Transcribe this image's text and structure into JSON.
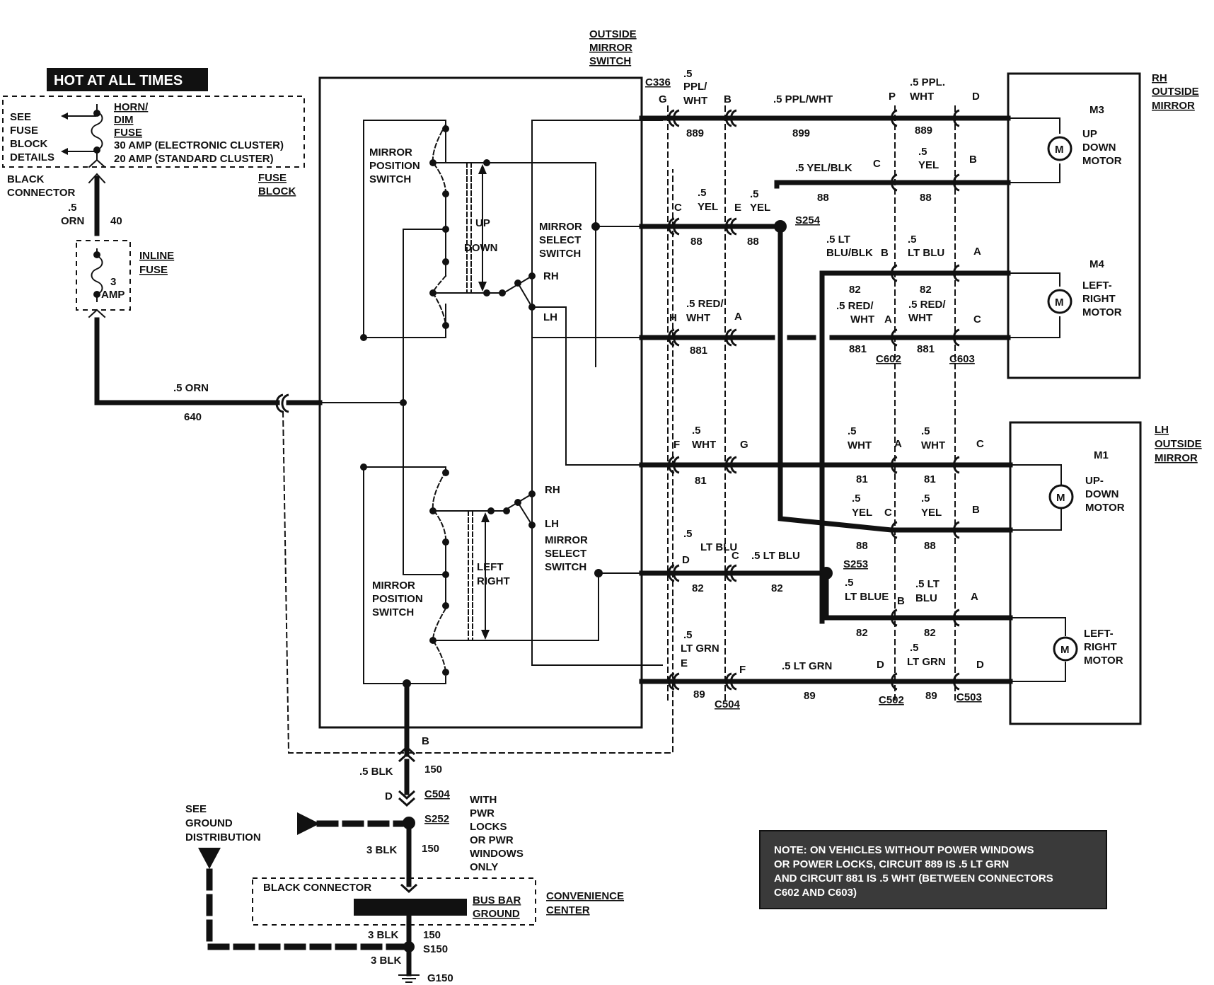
{
  "top": {
    "hot": "HOT AT ALL TIMES",
    "see": "SEE",
    "fuse": "FUSE",
    "block": "BLOCK",
    "details": "DETAILS",
    "horn": "HORN/",
    "dim": "DIM",
    "fuse2": "FUSE",
    "amp30": "30 AMP (ELECTRONIC CLUSTER)",
    "amp20": "20 AMP (STANDARD CLUSTER)",
    "fuse_block_1": "FUSE",
    "fuse_block_2": "BLOCK",
    "black": "BLACK",
    "connector": "CONNECTOR",
    "orn_g": ".5",
    "orn": "ORN",
    "c40": "40",
    "inline": "INLINE",
    "inline_fuse": "FUSE",
    "amp3a": "3",
    "amp3b": "AMP",
    "orn640": ".5 ORN",
    "c640": "640"
  },
  "switch": {
    "outside1": "OUTSIDE",
    "outside2": "MIRROR",
    "outside3": "SWITCH",
    "pos1a": "MIRROR",
    "pos1b": "POSITION",
    "pos1c": "SWITCH",
    "up": "UP",
    "down": "DOWN",
    "sel1a": "MIRROR",
    "sel1b": "SELECT",
    "sel1c": "SWITCH",
    "rh1": "RH",
    "lh1": "LH",
    "rh2": "RH",
    "lh2": "LH",
    "sel2a": "MIRROR",
    "sel2b": "SELECT",
    "sel2c": "SWITCH",
    "left": "LEFT",
    "right": "RIGHT",
    "pos2a": "MIRROR",
    "pos2b": "POSITION",
    "pos2c": "SWITCH"
  },
  "wires": {
    "c336": "C336",
    "g_pin": "G",
    "ppl_a": ".5",
    "ppl_b": "PPL/",
    "ppl_c": "WHT",
    "b_pin": "B",
    "c889a": "889",
    "ppl_wht": ".5 PPL/WHT",
    "c899": "899",
    "p_pin": "P",
    "ppl2a": ".5 PPL.",
    "ppl2b": "WHT",
    "c889b": "889",
    "d_pin": "D",
    "yelblk": ".5 YEL/BLK",
    "c_pin1": "C",
    "yel3a": ".5",
    "yel3b": "YEL",
    "b_pin2": "B",
    "c88a": "88",
    "c88b": "88",
    "yel1a": ".5",
    "c_pin2": "C",
    "yel1b": "YEL",
    "e_pin": "E",
    "yel2a": ".5",
    "yel2b": "YEL",
    "s254": "S254",
    "c88c": "88",
    "c88d": "88",
    "ltblublk_a": ".5 LT",
    "ltblublk_b": "BLU/BLK",
    "b_pin3": "B",
    "ltblu1a": ".5",
    "ltblu1b": "LT BLU",
    "a_pin1": "A",
    "c82a": "82",
    "c82b": "82",
    "redwht1a": ".5 RED/",
    "h_pin": "H",
    "redwht1b": "WHT",
    "a_pin2": "A",
    "redwht2a": ".5 RED/",
    "redwht2b": "WHT",
    "a_pin3": "A",
    "redwht3a": ".5 RED/",
    "redwht3b": "WHT",
    "c_pin3": "C",
    "c881a": "881",
    "c881b": "881",
    "c881c": "881",
    "c602": "C602",
    "c603": "C603",
    "wht1a": ".5",
    "f_pin": "F",
    "wht1b": "WHT",
    "g_pin2": "G",
    "wht2a": ".5",
    "wht2b": "WHT",
    "a_pin4": "A",
    "wht3a": ".5",
    "wht3b": "WHT",
    "c_pin4": "C",
    "c81a": "81",
    "c81b": "81",
    "c81c": "81",
    "yel4a": ".5",
    "yel4b": "YEL",
    "c_pin5": "C",
    "yel5a": ".5",
    "yel5b": "YEL",
    "b_pin4": "B",
    "c88e": "88",
    "c88f": "88",
    "ltblu2a": ".5",
    "ltblu2b": "LT BLU",
    "d_pin2": "D",
    "c_pin6": "C",
    "ltblu3": ".5 LT BLU",
    "s253": "S253",
    "c82c": "82",
    "c82d": "82",
    "ltblue4a": ".5",
    "ltblue4b": "LT BLUE",
    "b_pin5": "B",
    "ltblu5a": ".5 LT",
    "ltblu5b": "BLU",
    "a_pin5": "A",
    "c82e": "82",
    "c82f": "82",
    "ltgrn1a": ".5",
    "ltgrn1b": "LT GRN",
    "e_pin2": "E",
    "f_pin2": "F",
    "ltgrn2": ".5 LT GRN",
    "d_pin3": "D",
    "ltgrn3a": ".5",
    "ltgrn3b": "LT GRN",
    "d_pin4": "D",
    "c89a": "89",
    "c89b": "89",
    "c89c": "89",
    "c504": "C504",
    "c502": "C502",
    "c503": "C503"
  },
  "mirrors": {
    "rh1": "RH",
    "rh2": "OUTSIDE",
    "rh3": "MIRROR",
    "m3": "M3",
    "m3a": "UP",
    "m3b": "DOWN",
    "m3c": "MOTOR",
    "m4": "M4",
    "m4a": "LEFT-",
    "m4b": "RIGHT",
    "m4c": "MOTOR",
    "lh1": "LH",
    "lh2": "OUTSIDE",
    "lh3": "MIRROR",
    "m1": "M1",
    "m1a": "UP-",
    "m1b": "DOWN",
    "m1c": "MOTOR",
    "m2a": "LEFT-",
    "m2b": "RIGHT",
    "m2c": "MOTOR",
    "motor_m": "M"
  },
  "ground": {
    "b_pin": "B",
    "blk1": ".5 BLK",
    "c150a": "150",
    "d_pin": "D",
    "c504": "C504",
    "see": "SEE",
    "ground": "GROUND",
    "distribution": "DISTRIBUTION",
    "s252": "S252",
    "with": "WITH",
    "pwr": "PWR",
    "locks": "LOCKS",
    "orpwr": "OR PWR",
    "windows": "WINDOWS",
    "only": "ONLY",
    "blk2": "3 BLK",
    "c150b": "150",
    "black_conn": "BLACK CONNECTOR",
    "busbar": "BUS BAR",
    "busground": "GROUND",
    "convenience": "CONVENIENCE",
    "center": "CENTER",
    "blk3": "3 BLK",
    "c150c": "150",
    "s150": "S150",
    "blk4": "3 BLK",
    "g150": "G150"
  },
  "note": {
    "line1": "NOTE: ON VEHICLES WITHOUT POWER WINDOWS",
    "line2": "OR POWER LOCKS, CIRCUIT 889 IS .5 LT GRN",
    "line3": "AND CIRCUIT 881 IS .5 WHT (BETWEEN CONNECTORS",
    "line4": "C602 AND C603)"
  }
}
